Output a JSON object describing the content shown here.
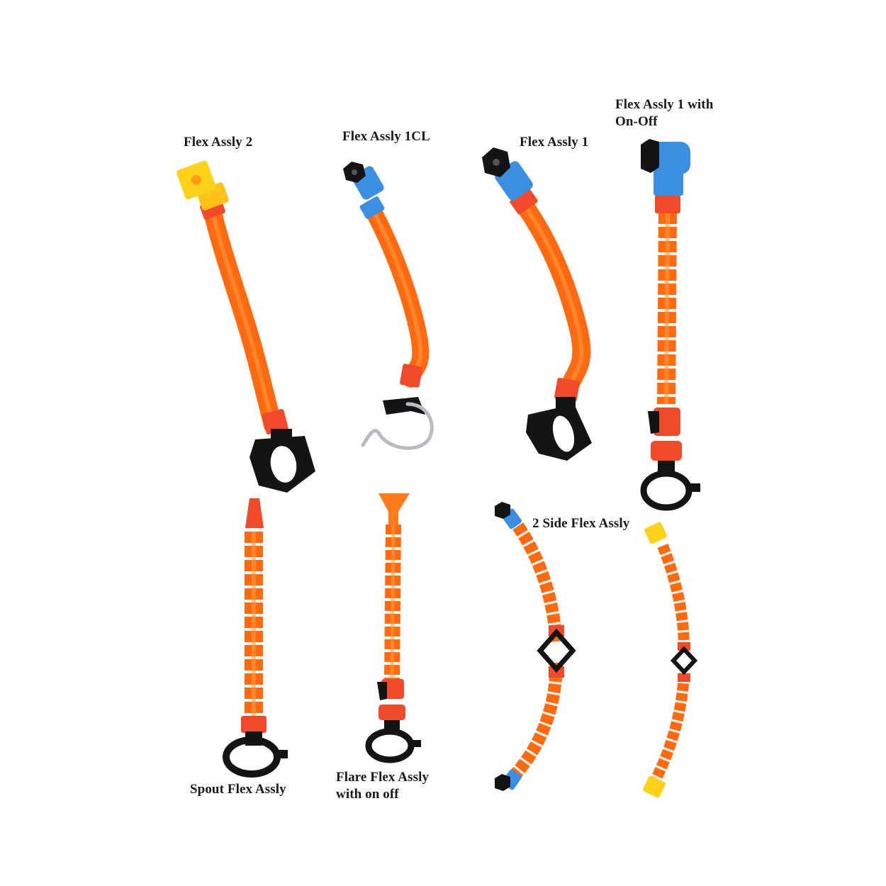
{
  "colors": {
    "background": "#ffffff",
    "hose_orange": "#ff6a10",
    "hose_highlight": "#ff9a3c",
    "connector_red": "#f04a2a",
    "nozzle_blue": "#3b8fe0",
    "nozzle_yellow": "#ffd21a",
    "clamp_black": "#141414",
    "hook_steel": "#b8bcc0",
    "label_text": "#1a1a1a"
  },
  "products": [
    {
      "id": "flex-assly-2",
      "label_lines": [
        "Flex Assly 2"
      ],
      "nozzle": "yellow-square",
      "mount": "black-clamp"
    },
    {
      "id": "flex-assly-1cl",
      "label_lines": [
        "Flex Assly 1CL"
      ],
      "nozzle": "black-hex-blue-elbow",
      "mount": "steel-hook"
    },
    {
      "id": "flex-assly-1",
      "label_lines": [
        "Flex Assly 1"
      ],
      "nozzle": "black-hex-blue-elbow",
      "mount": "black-clamp"
    },
    {
      "id": "flex-assly-1-on-off",
      "label_lines": [
        "Flex Assly 1 with",
        "On-Off"
      ],
      "nozzle": "blue-elbow-black-hex",
      "mount": "on-off-valve-ring-clamp"
    },
    {
      "id": "spout-flex-assly",
      "label_lines": [
        "Spout Flex Assly"
      ],
      "nozzle": "red-spout",
      "mount": "ring-clamp"
    },
    {
      "id": "flare-flex-assly-on-off",
      "label_lines": [
        "Flare Flex Assly",
        "with on off"
      ],
      "nozzle": "orange-flare",
      "mount": "on-off-valve-ring-clamp"
    },
    {
      "id": "2-side-flex-assly",
      "label_lines": [
        "2 Side Flex Assly"
      ],
      "nozzle": "black-hex-blue-elbow / yellow-square",
      "mount": "center-ring-clamp"
    }
  ]
}
